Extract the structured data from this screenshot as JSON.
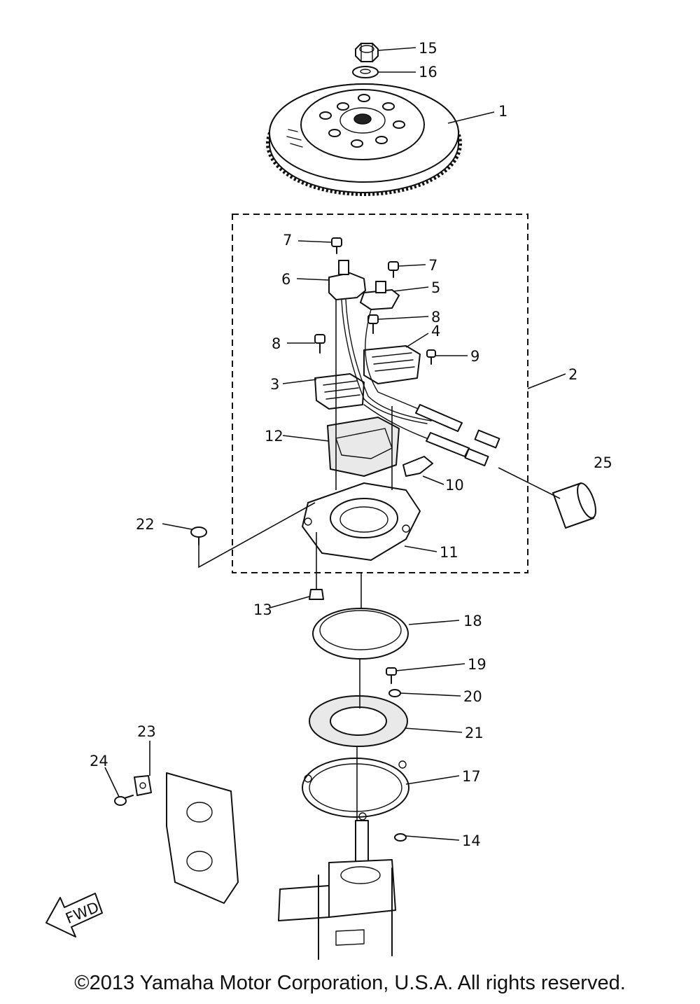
{
  "callouts": {
    "c1": "1",
    "c2": "2",
    "c3": "3",
    "c4": "4",
    "c5": "5",
    "c6": "6",
    "c7a": "7",
    "c7b": "7",
    "c8a": "8",
    "c8b": "8",
    "c9": "9",
    "c10": "10",
    "c11": "11",
    "c12": "12",
    "c13": "13",
    "c14": "14",
    "c15": "15",
    "c16": "16",
    "c17": "17",
    "c18": "18",
    "c19": "19",
    "c20": "20",
    "c21": "21",
    "c22": "22",
    "c23": "23",
    "c24": "24",
    "c25": "25"
  },
  "arrow_label": "FWD",
  "copyright": "©2013 Yamaha Motor Corporation, U.S.A. All rights reserved."
}
